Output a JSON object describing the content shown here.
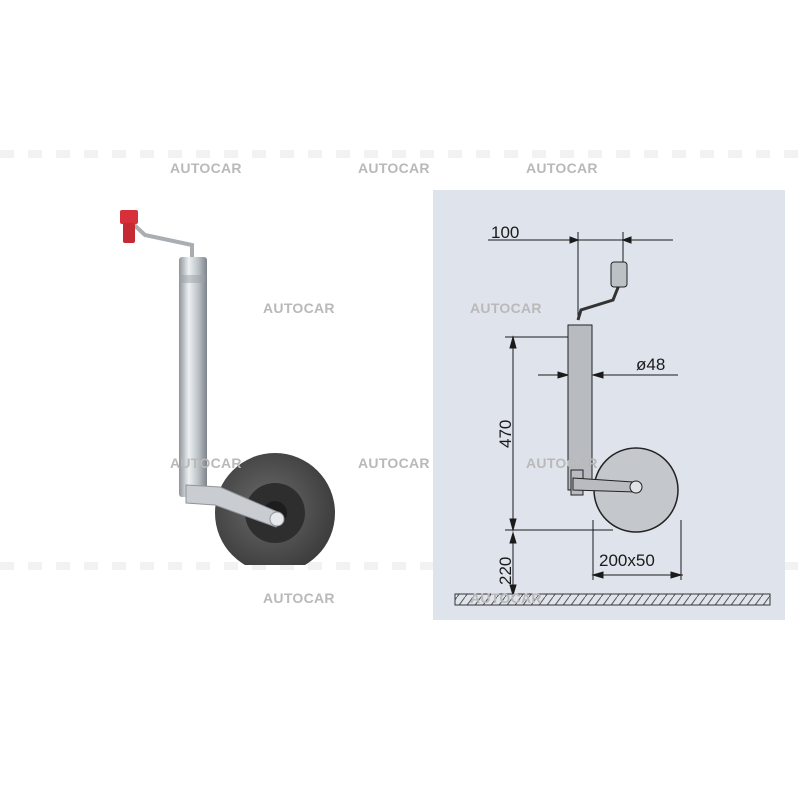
{
  "watermark": {
    "text": "AUTOCAR"
  },
  "drawing": {
    "dims": {
      "offset": "100",
      "tube_diameter": "ø48",
      "tube_height": "470",
      "ground_clearance": "220",
      "wheel_size": "200x50"
    }
  },
  "colors": {
    "handle_knob": "#d8303a",
    "tube": "#c8ccd0",
    "tyre": "#555555",
    "panel_background": "#dfe4ec",
    "watermark": "#b9b9b9"
  }
}
